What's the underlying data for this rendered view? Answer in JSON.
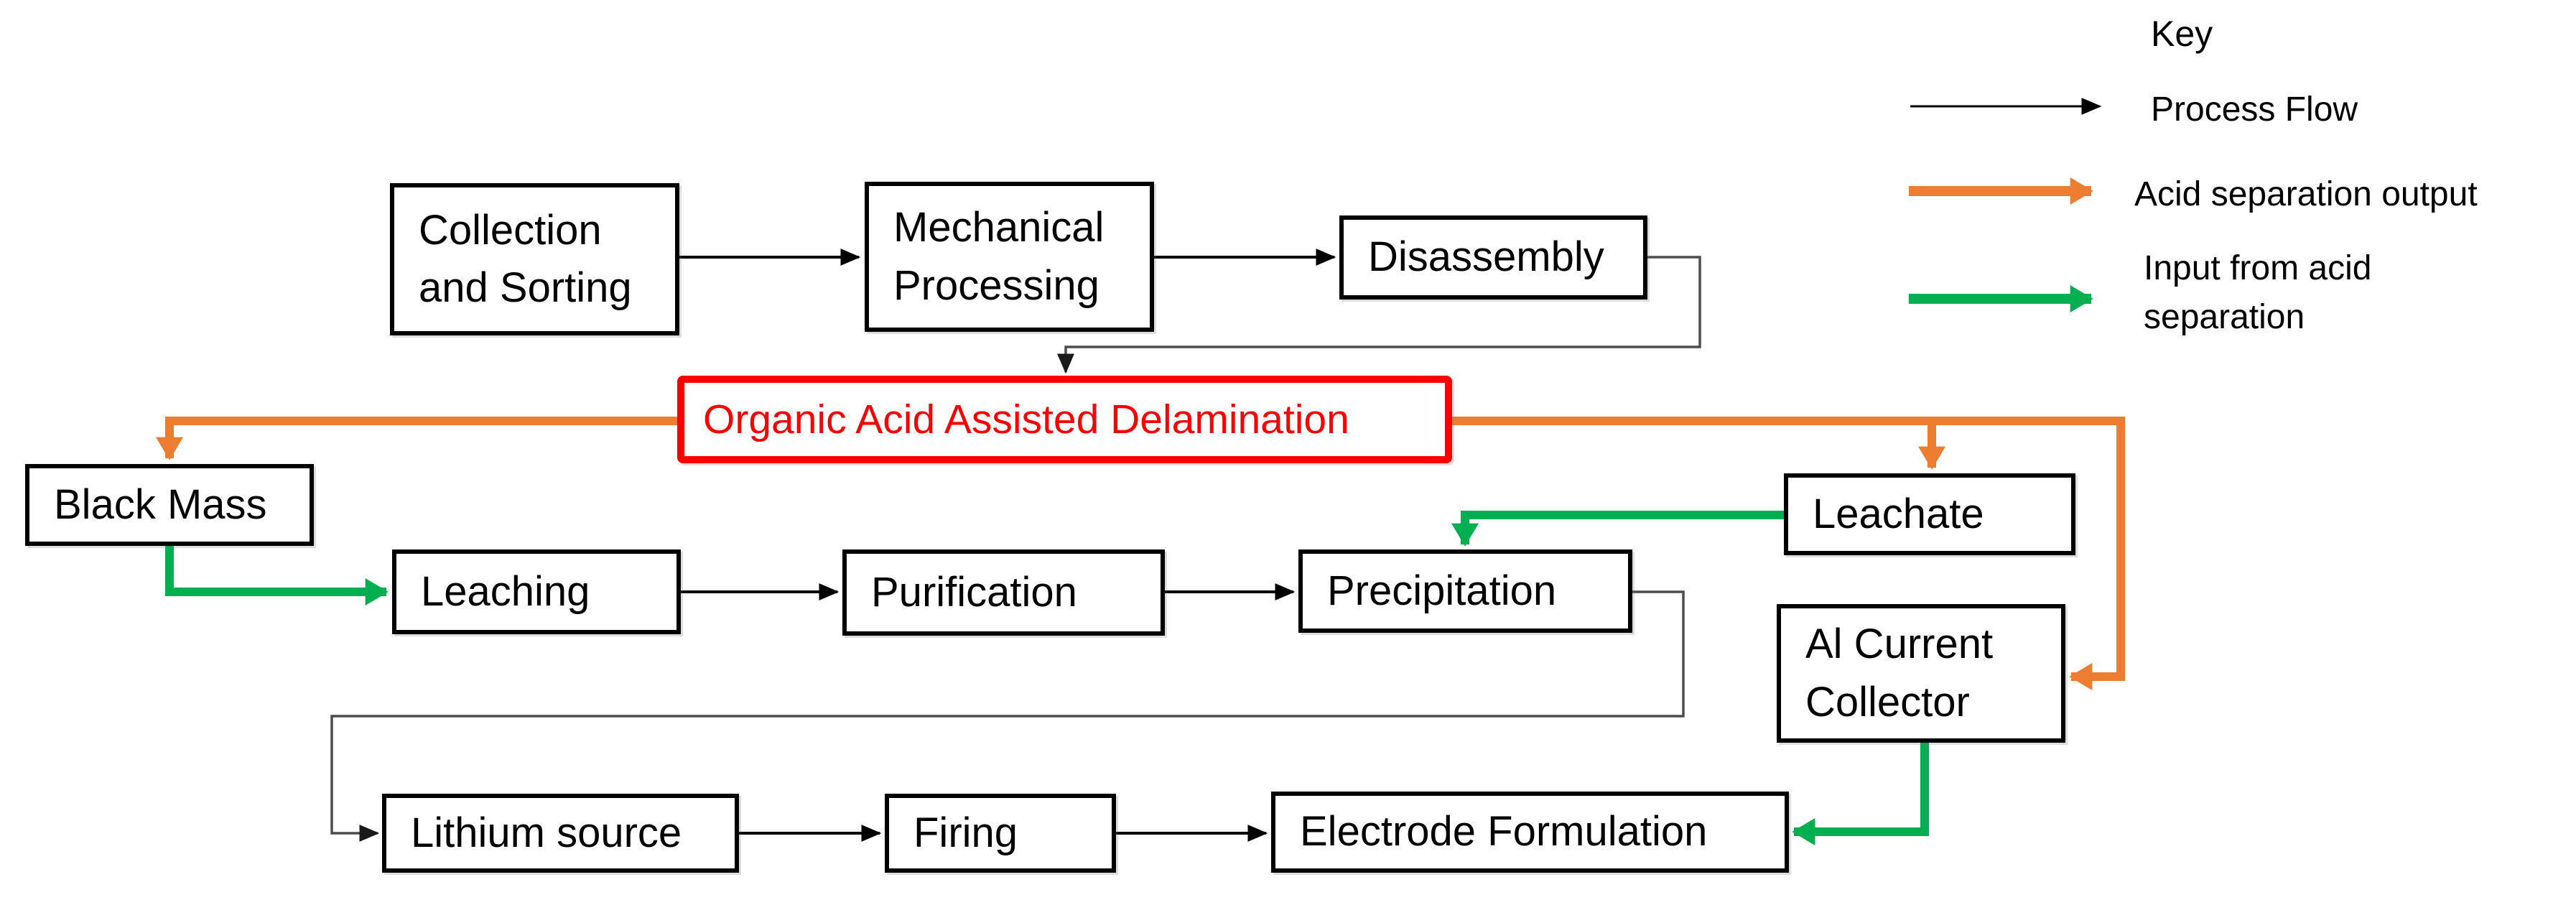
{
  "legend": {
    "title": "Key",
    "items": [
      {
        "id": "process-flow",
        "label": "Process Flow",
        "color": "#000000",
        "style": "thin-arrow"
      },
      {
        "id": "acid-separation-output",
        "label": "Acid separation output",
        "color": "#ED7D31",
        "style": "thick-arrow"
      },
      {
        "id": "input-from-acid-separation",
        "label": "Input from acid separation",
        "color": "#00B050",
        "style": "thick-arrow"
      }
    ]
  },
  "nodes": {
    "collection": {
      "label": "Collection and Sorting"
    },
    "mechanical": {
      "label": "Mechanical Processing"
    },
    "disassembly": {
      "label": "Disassembly"
    },
    "delamination": {
      "label": "Organic Acid Assisted Delamination",
      "highlighted": "true",
      "highlight_color": "#FF0000"
    },
    "black_mass": {
      "label": "Black Mass"
    },
    "leachate": {
      "label": "Leachate"
    },
    "leaching": {
      "label": "Leaching"
    },
    "purification": {
      "label": "Purification"
    },
    "precipitation": {
      "label": "Precipitation"
    },
    "al_current_collector": {
      "label": "Al Current Collector"
    },
    "lithium_source": {
      "label": "Lithium source"
    },
    "firing": {
      "label": "Firing"
    },
    "electrode_formulation": {
      "label": "Electrode Formulation"
    }
  },
  "edges": [
    {
      "from": "collection",
      "to": "mechanical",
      "type": "process-flow"
    },
    {
      "from": "mechanical",
      "to": "disassembly",
      "type": "process-flow"
    },
    {
      "from": "disassembly",
      "to": "delamination",
      "type": "process-flow"
    },
    {
      "from": "delamination",
      "to": "black_mass",
      "type": "acid-separation-output"
    },
    {
      "from": "delamination",
      "to": "leachate",
      "type": "acid-separation-output"
    },
    {
      "from": "delamination",
      "to": "al_current_collector",
      "type": "acid-separation-output"
    },
    {
      "from": "black_mass",
      "to": "leaching",
      "type": "input-from-acid-separation"
    },
    {
      "from": "leachate",
      "to": "precipitation",
      "type": "input-from-acid-separation"
    },
    {
      "from": "al_current_collector",
      "to": "electrode_formulation",
      "type": "input-from-acid-separation"
    },
    {
      "from": "leaching",
      "to": "purification",
      "type": "process-flow"
    },
    {
      "from": "purification",
      "to": "precipitation",
      "type": "process-flow"
    },
    {
      "from": "precipitation",
      "to": "lithium_source",
      "type": "process-flow"
    },
    {
      "from": "lithium_source",
      "to": "firing",
      "type": "process-flow"
    },
    {
      "from": "firing",
      "to": "electrode_formulation",
      "type": "process-flow"
    }
  ],
  "colors": {
    "process_flow": "#000000",
    "acid_separation_output": "#ED7D31",
    "input_from_acid_separation": "#00B050",
    "highlight_border": "#FF0000",
    "box_border": "#000000",
    "background": "#FFFFFF"
  }
}
